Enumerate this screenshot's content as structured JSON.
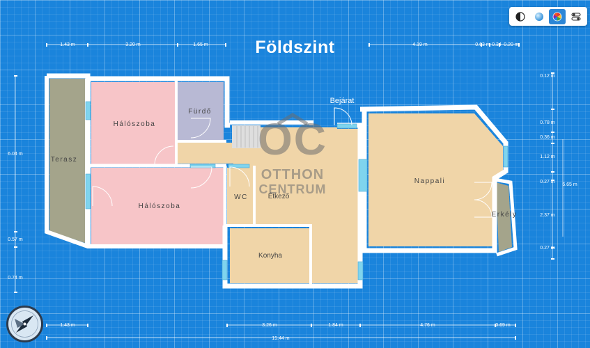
{
  "floor_title": "Földszint",
  "toolbar": {
    "buttons": [
      {
        "icon": "contrast-icon",
        "active": false
      },
      {
        "icon": "blue-sphere-icon",
        "active": false
      },
      {
        "icon": "color-wheel-icon",
        "active": true
      },
      {
        "icon": "toggles-icon",
        "active": false
      }
    ]
  },
  "rooms": {
    "terasz": "Terasz",
    "haloszoba_1": "Hálószoba",
    "furdo": "Fürdő",
    "haloszoba_2": "Hálószoba",
    "wc": "WC",
    "etkezo": "Étkező",
    "konyha": "Konyha",
    "nappali": "Nappali",
    "erkely": "Erkély",
    "bejarat": "Bejárat"
  },
  "dimensions": {
    "top": [
      "1.43 m",
      "3.20 m",
      "1.65 m",
      "4.19 m",
      "0.63 m",
      "0.34",
      "0.20 m"
    ],
    "bottom_inner": [
      "1.43 m",
      "3.26 m",
      "1.84 m",
      "4.76 m",
      "0.69 m"
    ],
    "bottom_total": "15.44 m",
    "left": [
      "6.04 m",
      "0.57 m",
      "0.74 m"
    ],
    "right": [
      "0.12 m",
      "0.78 m",
      "0.36 m",
      "1.12 m",
      "0.27 m",
      "2.37 m",
      "0.27 m"
    ],
    "right_total": "6.65 m"
  },
  "watermark": {
    "logo": "OC",
    "line1": "OTTHON",
    "line2": "CENTRUM"
  },
  "colors": {
    "background": "#1a84dc",
    "bedroom": "#f7c5c8",
    "bathroom": "#b8b9d4",
    "living": "#f0d5a8",
    "terrace": "#a4a48b",
    "wall": "#ffffff",
    "window": "#7fd4ee"
  }
}
